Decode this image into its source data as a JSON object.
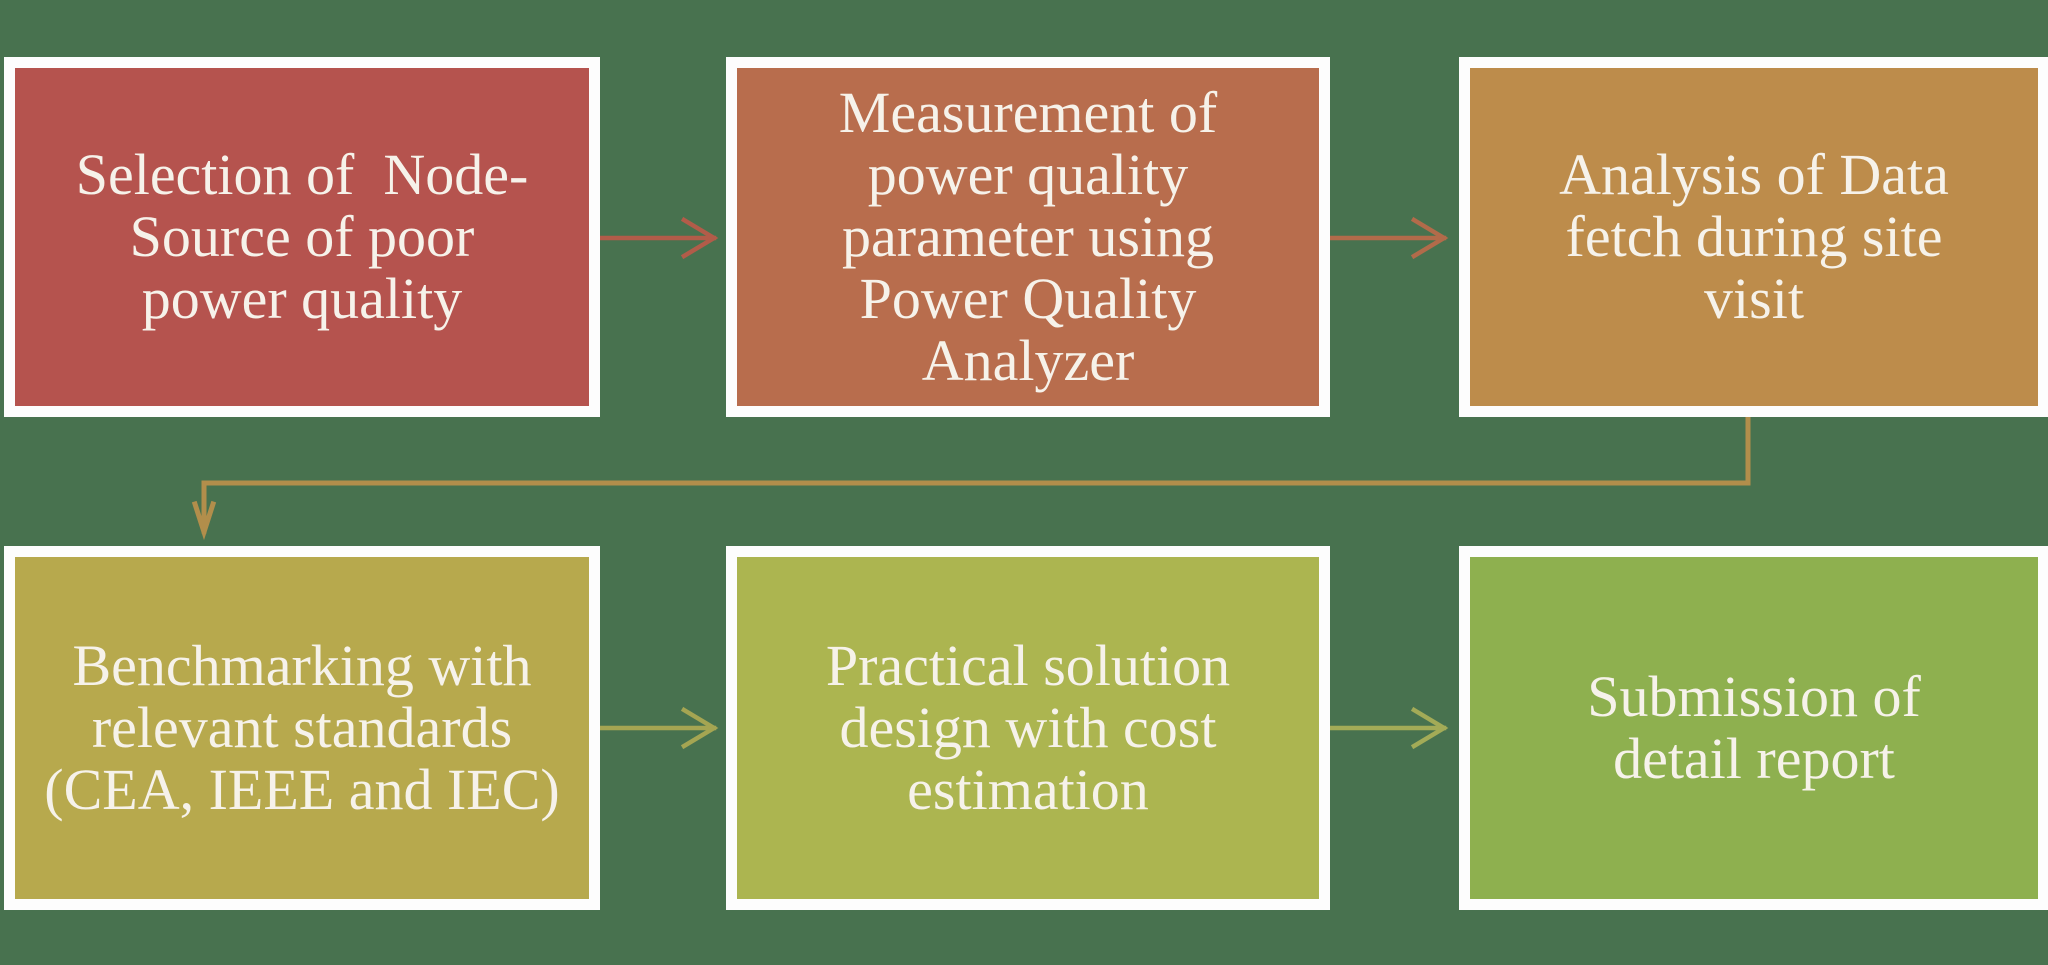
{
  "background_color": "#48724f",
  "border_color": "#fdfdfd",
  "text_color": "#f6f2ea",
  "flowchart": {
    "type": "process-flow",
    "rows": 2,
    "nodes": [
      {
        "id": 1,
        "label": "Selection of  Node-\nSource of poor\npower quality",
        "color": "#b5534e"
      },
      {
        "id": 2,
        "label": "Measurement of\npower quality\nparameter using\nPower Quality\nAnalyzer",
        "color": "#b86d4d"
      },
      {
        "id": 3,
        "label": "Analysis of Data\nfetch during site\nvisit",
        "color": "#bd8c4b"
      },
      {
        "id": 4,
        "label": "Benchmarking with\nrelevant standards\n(CEA, IEEE and IEC)",
        "color": "#b7a94d"
      },
      {
        "id": 5,
        "label": "Practical solution\ndesign with cost\nestimation",
        "color": "#acb550"
      },
      {
        "id": 6,
        "label": "Submission of\ndetail report",
        "color": "#8eb04f"
      }
    ],
    "connectors": [
      {
        "from": 1,
        "to": 2,
        "style": "open-arrow-right",
        "color": "#b25c49"
      },
      {
        "from": 2,
        "to": 3,
        "style": "open-arrow-right",
        "color": "#b26b4a"
      },
      {
        "from": 3,
        "to": 4,
        "style": "elbow-open-arrow-down",
        "color": "#b28e4b"
      },
      {
        "from": 4,
        "to": 5,
        "style": "open-arrow-right",
        "color": "#a5a552"
      },
      {
        "from": 5,
        "to": 6,
        "style": "open-arrow-right",
        "color": "#a3ab57"
      }
    ]
  }
}
